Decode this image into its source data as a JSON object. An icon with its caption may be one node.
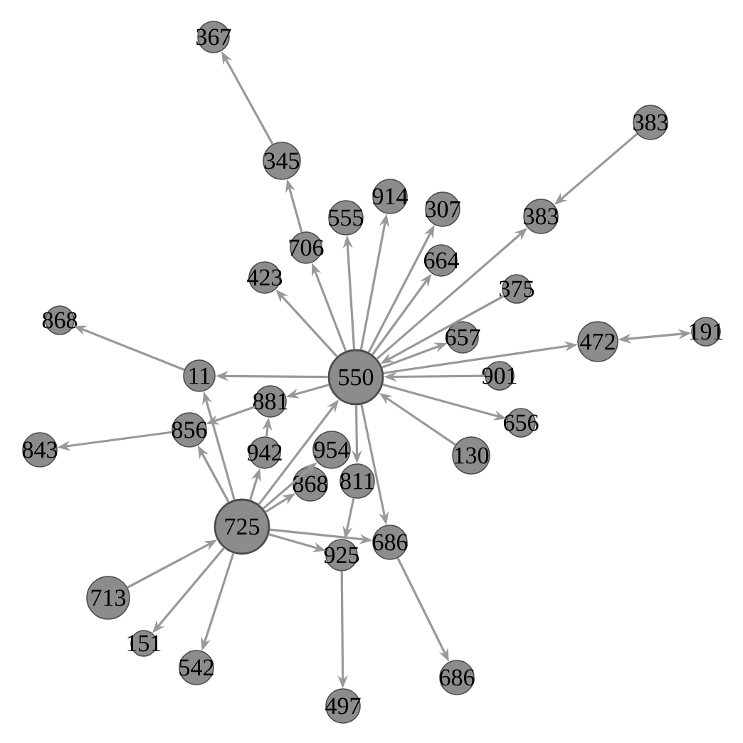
{
  "diagram": {
    "nodes": [
      {
        "text": [
          "550"
        ]
      },
      {
        "text": [
          "725"
        ]
      },
      {
        "text": [
          "367"
        ]
      },
      {
        "text": [
          "345"
        ]
      },
      {
        "text": [
          "555"
        ]
      },
      {
        "text": [
          "914"
        ]
      },
      {
        "text": [
          "307"
        ]
      },
      {
        "text": [
          "383"
        ]
      },
      {
        "text": [
          "383"
        ]
      },
      {
        "text": [
          "706"
        ]
      },
      {
        "text": [
          "664"
        ]
      },
      {
        "text": [
          "423"
        ]
      },
      {
        "text": [
          "375"
        ]
      },
      {
        "text": [
          "657"
        ]
      },
      {
        "text": [
          "472"
        ]
      },
      {
        "text": [
          "191"
        ]
      },
      {
        "text": [
          "868"
        ]
      },
      {
        "text": [
          "11"
        ]
      },
      {
        "text": [
          "901"
        ]
      },
      {
        "text": [
          "881"
        ]
      },
      {
        "text": [
          "656"
        ]
      },
      {
        "text": [
          "856"
        ]
      },
      {
        "text": [
          "843"
        ]
      },
      {
        "text": [
          "954"
        ]
      },
      {
        "text": [
          "942"
        ]
      },
      {
        "text": [
          "130"
        ]
      },
      {
        "text": [
          "868"
        ]
      },
      {
        "text": [
          "811"
        ]
      },
      {
        "text": [
          "686"
        ]
      },
      {
        "text": [
          "925"
        ]
      },
      {
        "text": [
          "713"
        ]
      },
      {
        "text": [
          "151"
        ]
      },
      {
        "text": [
          "542"
        ]
      },
      {
        "text": [
          "686"
        ]
      },
      {
        "text": [
          "497"
        ]
      }
    ],
    "edges": [
      {
        "from": 3,
        "to": 2,
        "arrow": "to"
      },
      {
        "from": 9,
        "to": 3,
        "arrow": "to"
      },
      {
        "from": 0,
        "to": 9,
        "arrow": "to"
      },
      {
        "from": 0,
        "to": 4,
        "arrow": "to"
      },
      {
        "from": 0,
        "to": 5,
        "arrow": "to"
      },
      {
        "from": 0,
        "to": 6,
        "arrow": "to"
      },
      {
        "from": 0,
        "to": 10,
        "arrow": "to"
      },
      {
        "from": 0,
        "to": 8,
        "arrow": "to"
      },
      {
        "from": 7,
        "to": 8,
        "arrow": "to"
      },
      {
        "from": 0,
        "to": 11,
        "arrow": "to"
      },
      {
        "from": 0,
        "to": 13,
        "arrow": "to"
      },
      {
        "from": 12,
        "to": 0,
        "arrow": "to"
      },
      {
        "from": 0,
        "to": 14,
        "arrow": "to"
      },
      {
        "from": 14,
        "to": 15,
        "arrow": "both"
      },
      {
        "from": 18,
        "to": 0,
        "arrow": "to"
      },
      {
        "from": 0,
        "to": 20,
        "arrow": "to"
      },
      {
        "from": 25,
        "to": 0,
        "arrow": "to"
      },
      {
        "from": 0,
        "to": 17,
        "arrow": "to"
      },
      {
        "from": 17,
        "to": 16,
        "arrow": "to"
      },
      {
        "from": 0,
        "to": 19,
        "arrow": "to"
      },
      {
        "from": 19,
        "to": 21,
        "arrow": "to"
      },
      {
        "from": 21,
        "to": 22,
        "arrow": "to"
      },
      {
        "from": 1,
        "to": 21,
        "arrow": "to"
      },
      {
        "from": 1,
        "to": 17,
        "arrow": "to"
      },
      {
        "from": 1,
        "to": 24,
        "arrow": "to"
      },
      {
        "from": 24,
        "to": 19,
        "arrow": "to"
      },
      {
        "from": 1,
        "to": 23,
        "arrow": "to"
      },
      {
        "from": 1,
        "to": 26,
        "arrow": "to"
      },
      {
        "from": 1,
        "to": 0,
        "arrow": "to"
      },
      {
        "from": 0,
        "to": 27,
        "arrow": "to"
      },
      {
        "from": 0,
        "to": 28,
        "arrow": "to"
      },
      {
        "from": 27,
        "to": 29,
        "arrow": "to"
      },
      {
        "from": 1,
        "to": 29,
        "arrow": "to"
      },
      {
        "from": 1,
        "to": 28,
        "arrow": "to"
      },
      {
        "from": 28,
        "to": 33,
        "arrow": "to"
      },
      {
        "from": 29,
        "to": 34,
        "arrow": "to"
      },
      {
        "from": 30,
        "to": 1,
        "arrow": "to"
      },
      {
        "from": 1,
        "to": 31,
        "arrow": "to"
      },
      {
        "from": 1,
        "to": 32,
        "arrow": "to"
      }
    ]
  }
}
